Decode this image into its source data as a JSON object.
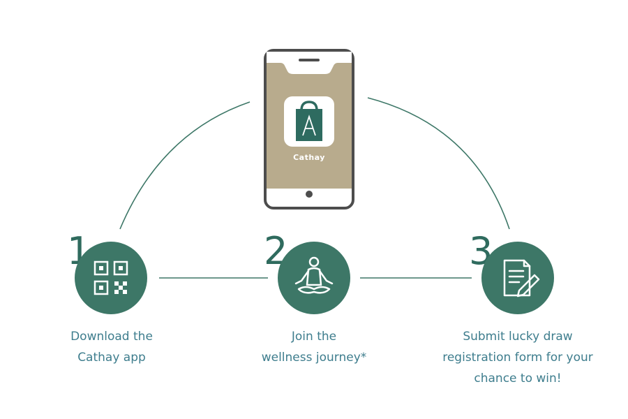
{
  "phone": {
    "app_name": "Cathay",
    "app_icon": "shopping-bag-a-icon",
    "screen_color": "#b8ab8d"
  },
  "colors": {
    "accent": "#3d7767",
    "line": "#3d7767",
    "text": "#3e7d8d"
  },
  "steps": [
    {
      "number": "1",
      "icon": "qr-code-icon",
      "lines": [
        "Download the",
        "Cathay app"
      ]
    },
    {
      "number": "2",
      "icon": "meditation-icon",
      "lines": [
        "Join the",
        "wellness journey*"
      ]
    },
    {
      "number": "3",
      "icon": "form-pencil-icon",
      "lines": [
        "Submit lucky draw",
        "registration form for your",
        "chance to win!"
      ]
    }
  ]
}
